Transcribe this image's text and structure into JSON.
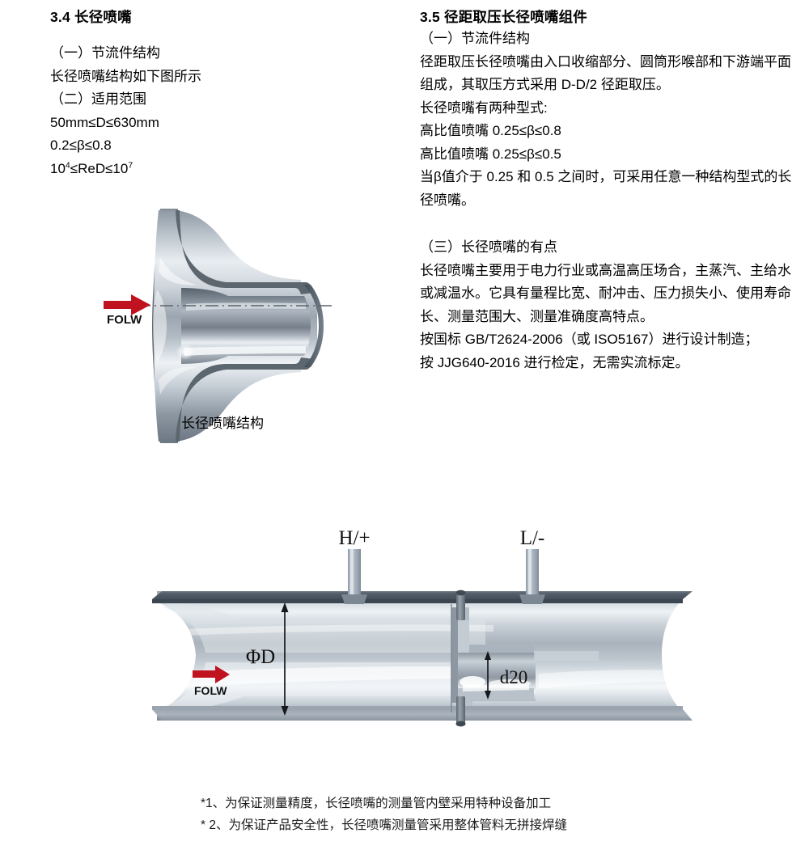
{
  "document": {
    "left_column": {
      "section_number_title": "3.4 长径喷嘴",
      "lines": [
        "（一）节流件结构",
        "长径喷嘴结构如下图所示",
        "（二）适用范围",
        "50mm≤D≤630mm",
        "0.2≤β≤0.8"
      ],
      "reynolds_line": {
        "prefix": "10",
        "exp1": "4",
        "middle": "≤ReD≤10",
        "exp2": "7"
      },
      "figure_caption": "长径喷嘴结构"
    },
    "right_column": {
      "section_number_title": "3.5 径距取压长径喷嘴组件",
      "subtitle_1": "（一）节流件结构",
      "paragraph_1": "径距取压长径喷嘴由入口收缩部分、圆筒形喉部和下游端平面组成，其取压方式采用 D-D/2 径距取压。",
      "line_types_intro": "长径喷嘴有两种型式:",
      "type_1": "高比值喷嘴 0.25≤β≤0.8",
      "type_2": "高比值喷嘴 0.25≤β≤0.5",
      "paragraph_2": "当β值介于 0.25 和 0.5 之间时，可采用任意一种结构型式的长径喷嘴。",
      "subtitle_3": "（三）长径喷嘴的有点",
      "paragraph_3": "长径喷嘴主要用于电力行业或高温高压场合，主蒸汽、主给水或减温水。它具有量程比宽、耐冲击、压力损失小、使用寿命长、测量范围大、测量准确度高特点。",
      "paragraph_4": "按国标 GB/T2624-2006（或 ISO5167）进行设计制造；",
      "paragraph_5": "按 JJG640-2016 进行检定，无需实流标定。"
    },
    "figure_1": {
      "flow_label": "FOLW",
      "name": "long-radius-nozzle-cross-section"
    },
    "figure_2": {
      "tap_high_label": "H/+",
      "tap_low_label": "L/-",
      "diameter_label": "ΦD",
      "throat_label": "d20",
      "flow_label": "FOLW",
      "name": "radius-tap-long-radius-nozzle-assembly"
    },
    "footnotes": [
      "*1、为保证测量精度，长径喷嘴的测量管内壁采用特种设备加工",
      "* 2、为保证产品安全性，长径喷嘴测量管采用整体管料无拼接焊缝"
    ],
    "colors": {
      "flow_arrow_red": "#c1121f",
      "metal_dark": "#4a5560",
      "metal_mid": "#8d99a6",
      "metal_light": "#e4e9ee",
      "text_black": "#000000"
    }
  }
}
